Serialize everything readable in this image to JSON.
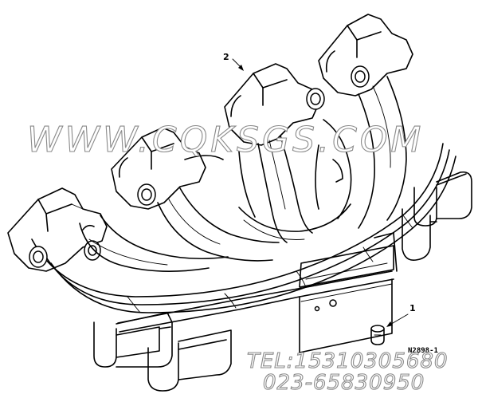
{
  "diagram": {
    "callouts": [
      {
        "label": "2",
        "target": "exhaust-manifold"
      },
      {
        "label": "1",
        "target": "plug"
      }
    ],
    "drawing_ref": "N2898-1"
  },
  "watermark": {
    "site": "WWW.CQKSGS.COM",
    "tel": "TEL:15310305680",
    "phone": "023-65830950"
  }
}
